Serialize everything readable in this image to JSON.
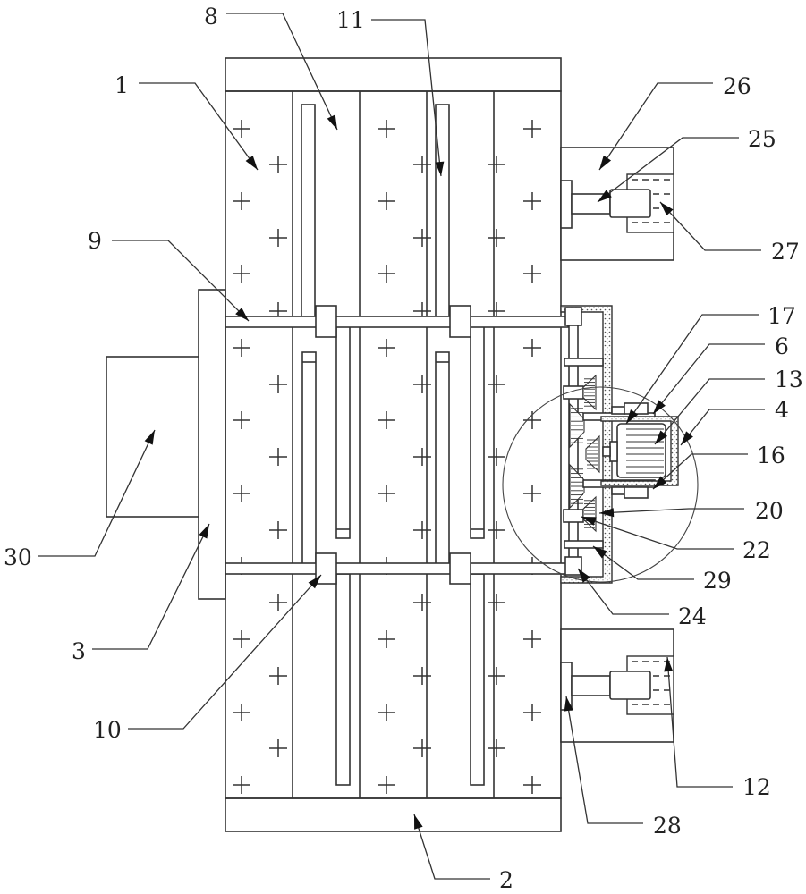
{
  "figure": {
    "type": "mechanical patent drawing",
    "description": "Front view of a rack/plate assembly with shafts, sliders, motor-driven bevel gear transmission and side liquid reservoirs"
  },
  "labels": [
    {
      "id": "label-1",
      "text": "1",
      "part": "plate body"
    },
    {
      "id": "label-2",
      "text": "2",
      "part": "bottom frame"
    },
    {
      "id": "label-3",
      "text": "3",
      "part": "side mounting plate"
    },
    {
      "id": "label-4",
      "text": "4",
      "part": "motor housing"
    },
    {
      "id": "label-6",
      "text": "6",
      "part": "bearing seat"
    },
    {
      "id": "label-8",
      "text": "8",
      "part": "gap channel"
    },
    {
      "id": "label-9",
      "text": "9",
      "part": "upper shaft"
    },
    {
      "id": "label-10",
      "text": "10",
      "part": "slider block"
    },
    {
      "id": "label-11",
      "text": "11",
      "part": "guide slot"
    },
    {
      "id": "label-12",
      "text": "12",
      "part": "lower reservoir"
    },
    {
      "id": "label-13",
      "text": "13",
      "part": "housing frame"
    },
    {
      "id": "label-16",
      "text": "16",
      "part": "lower bearing seat"
    },
    {
      "id": "label-17",
      "text": "17",
      "part": "upper drive shaft"
    },
    {
      "id": "label-20",
      "text": "20",
      "part": "bevel gear"
    },
    {
      "id": "label-22",
      "text": "22",
      "part": "gear sleeve"
    },
    {
      "id": "label-24",
      "text": "24",
      "part": "lower coupling"
    },
    {
      "id": "label-25",
      "text": "25",
      "part": "piston rod"
    },
    {
      "id": "label-26",
      "text": "26",
      "part": "upper side box"
    },
    {
      "id": "label-27",
      "text": "27",
      "part": "upper reservoir"
    },
    {
      "id": "label-28",
      "text": "28",
      "part": "pressure plate"
    },
    {
      "id": "label-29",
      "text": "29",
      "part": "support bracket"
    },
    {
      "id": "label-30",
      "text": "30",
      "part": "control box"
    }
  ],
  "detail_circle": {
    "note": "enlarged transmission region"
  }
}
